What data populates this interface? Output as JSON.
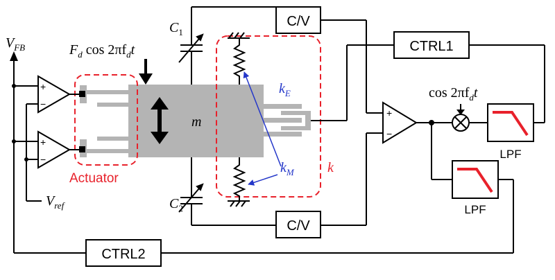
{
  "blocks": {
    "cv_top": "C/V",
    "cv_bottom": "C/V",
    "ctrl1": "CTRL1",
    "ctrl2": "CTRL2",
    "lpf_top": "LPF",
    "lpf_bottom": "LPF"
  },
  "labels": {
    "vfb_main": "V",
    "vfb_sub": "FB",
    "vref_main": "V",
    "vref_sub": "ref",
    "force": "F",
    "force_sub": "d",
    "force_expr": " cos 2πf",
    "force_expr_sub": "d",
    "force_t": "t",
    "c1_main": "C",
    "c1_sub": "1",
    "c2_main": "C",
    "c2_sub": "2",
    "mass": "m",
    "ke_main": "k",
    "ke_sub": "E",
    "km_main": "k",
    "km_sub": "M",
    "k": "k",
    "actuator": "Actuator",
    "demod": "cos 2πf",
    "demod_sub": "d",
    "demod_t": "t",
    "plus": "+",
    "minus": "−"
  },
  "colors": {
    "line": "#000000",
    "mass_fill": "#b4b4b4",
    "comb": "#b4b4b4",
    "dashed": "#e8212b",
    "blue": "#2437c9",
    "lpf_curve": "#e8212b"
  }
}
